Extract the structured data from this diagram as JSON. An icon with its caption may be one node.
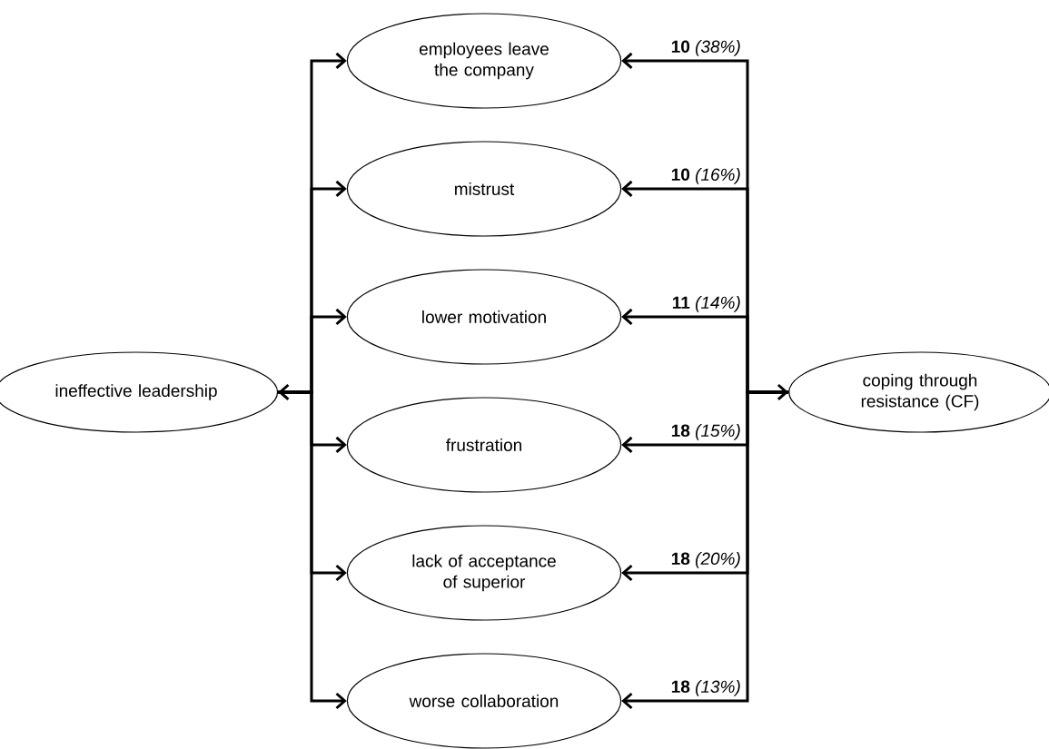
{
  "diagram": {
    "nodes": [
      {
        "text": [
          "ineffective leadership"
        ]
      },
      {
        "text": [
          "employees leave the company"
        ]
      },
      {
        "text": [
          "mistrust"
        ]
      },
      {
        "text": [
          "lower motivation"
        ]
      },
      {
        "text": [
          "frustration"
        ]
      },
      {
        "text": [
          "lack of acceptance of superior"
        ]
      },
      {
        "text": [
          "worse collaboration"
        ]
      },
      {
        "text": [
          "coping through resistance (CF)"
        ]
      }
    ],
    "edges": [
      {
        "from": 0,
        "to": 1,
        "arrow": "both"
      },
      {
        "from": 0,
        "to": 2,
        "arrow": "to"
      },
      {
        "from": 0,
        "to": 3,
        "arrow": "to"
      },
      {
        "from": 0,
        "to": 4,
        "arrow": "to"
      },
      {
        "from": 0,
        "to": 5,
        "arrow": "to"
      },
      {
        "from": 0,
        "to": 6,
        "arrow": "to"
      },
      {
        "from": 7,
        "to": 1,
        "arrow": "both",
        "label": "**10** *(38%)*"
      },
      {
        "from": 7,
        "to": 2,
        "arrow": "to",
        "label": "**10** *(16%)*"
      },
      {
        "from": 7,
        "to": 3,
        "arrow": "to",
        "label": "**11** *(14%)*"
      },
      {
        "from": 7,
        "to": 4,
        "arrow": "to",
        "label": "**18** *(15%)*"
      },
      {
        "from": 7,
        "to": 5,
        "arrow": "to",
        "label": "**18** *(20%)*"
      },
      {
        "from": 7,
        "to": 6,
        "arrow": "to",
        "label": "**18** *(13%)*"
      }
    ]
  }
}
